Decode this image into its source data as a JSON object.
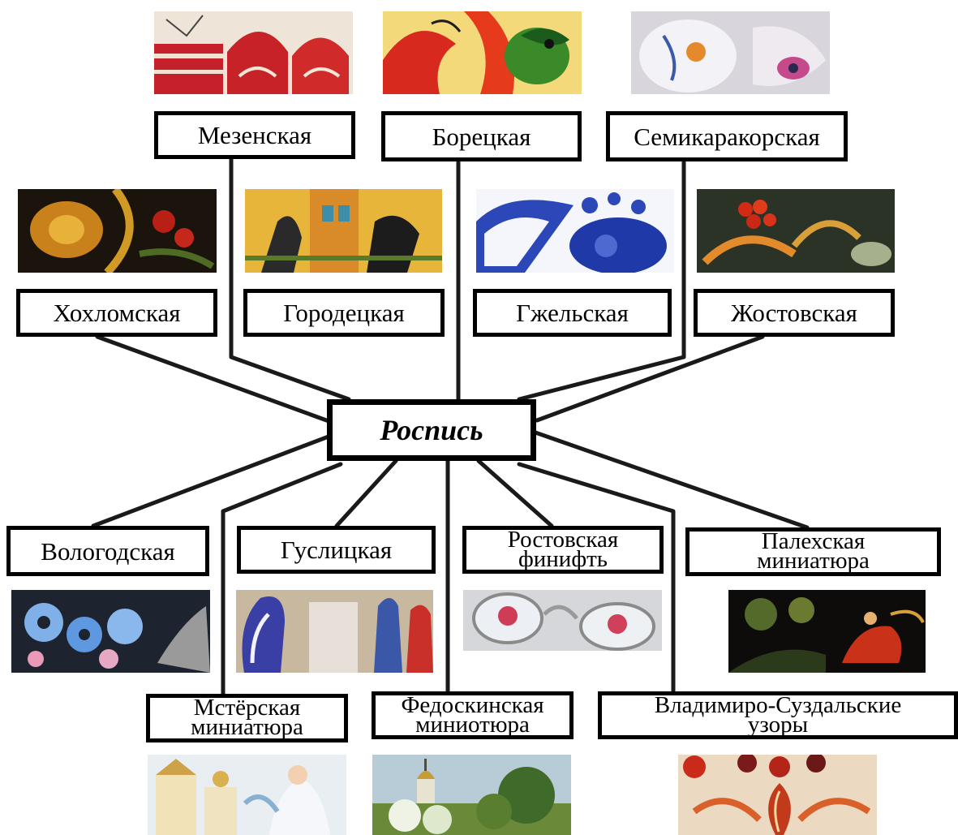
{
  "center": "Роспись",
  "styles": {
    "mezen": "Мезенская",
    "borets": "Борецкая",
    "semikarakor": "Семикаракорская",
    "khokhloma": "Хохломская",
    "gorodets": "Городецкая",
    "gzhel": "Гжельская",
    "zhostovo": "Жостовская",
    "vologda": "Вологодская",
    "guslitsy": "Гуслицкая",
    "rostov": [
      "Ростовская",
      "финифть"
    ],
    "palekh": [
      "Палехская",
      "миниатюра"
    ],
    "mstera": [
      "Мстёрская",
      "миниатюра"
    ],
    "fedoskino": [
      "Федоскинская",
      "миниотюра"
    ],
    "vladimir": [
      "Владимиро-Суздальские",
      "узоры"
    ]
  },
  "colors": {
    "border": "#000000",
    "line": "#1a1a1a",
    "background": "#ffffff"
  },
  "images": {
    "mezen": "mezen-painting-photo",
    "borets": "borets-painting-photo",
    "semikarakor": "semikarakor-ceramics-photo",
    "khokhloma": "khokhloma-painting-photo",
    "gorodets": "gorodets-painting-photo",
    "gzhel": "gzhel-porcelain-photo",
    "zhostovo": "zhostovo-tray-photo",
    "vologda": "vologda-painting-photo",
    "guslitsy": "guslitsy-painting-photo",
    "rostov": "rostov-enamel-photo",
    "palekh": "palekh-miniature-photo",
    "mstera": "mstera-miniature-photo",
    "fedoskino": "fedoskino-miniature-photo",
    "vladimir": "vladimir-suzdal-pattern-photo"
  }
}
